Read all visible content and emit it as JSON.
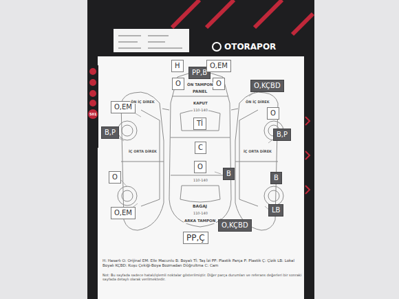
{
  "diagram": {
    "nodes": [
      {
        "text": [
          "H"
        ]
      },
      {
        "text": [
          "PP,B"
        ]
      },
      {
        "text": [
          "O,EM"
        ]
      },
      {
        "text": [
          "O"
        ]
      },
      {
        "text": [
          "O"
        ]
      },
      {
        "text": [
          "O,KÇBD"
        ]
      },
      {
        "text": [
          "O,EM"
        ]
      },
      {
        "text": [
          "O"
        ]
      },
      {
        "text": [
          "Tİ"
        ]
      },
      {
        "text": [
          "B,P"
        ]
      },
      {
        "text": [
          "B,P"
        ]
      },
      {
        "text": [
          "C"
        ]
      },
      {
        "text": [
          "O"
        ]
      },
      {
        "text": [
          "B"
        ]
      },
      {
        "text": [
          "O"
        ]
      },
      {
        "text": [
          "B"
        ]
      },
      {
        "text": [
          "O,EM"
        ]
      },
      {
        "text": [
          "LB"
        ]
      },
      {
        "text": [
          "O,KÇBD"
        ]
      },
      {
        "text": [
          "PP,Ç"
        ]
      }
    ],
    "labels": [
      "OTORAPOR",
      "ÖN TAMPON",
      "PANEL",
      "KAPUT",
      "110-140",
      "ÖN İÇ DİREK",
      "İÇ ORTA DİREK",
      "ÖN İÇ DİREK",
      "İÇ ORTA DİREK",
      "110-140",
      "BAGAJ",
      "110-140",
      "ARKA TAMPON",
      "H: Hasarlı O: Orijinal EM: Elle Macunlu B: Boyalı Tİ: Taş İzi PP: Plastik Parça P: Plastik Ç: Çizik LB: Lokal Boyalı KÇBD: Kuşu Çekiği-Boya Bozmadan Düğrultma C: Cam",
      "Not: Bu sayfada sadece hatalı/işlemli noktalar gösterilmiştir. Diğer parça durumları ve referans değerleri bir sonraki sayfada detaylı olarak verilmektedir.",
      "501"
    ]
  }
}
